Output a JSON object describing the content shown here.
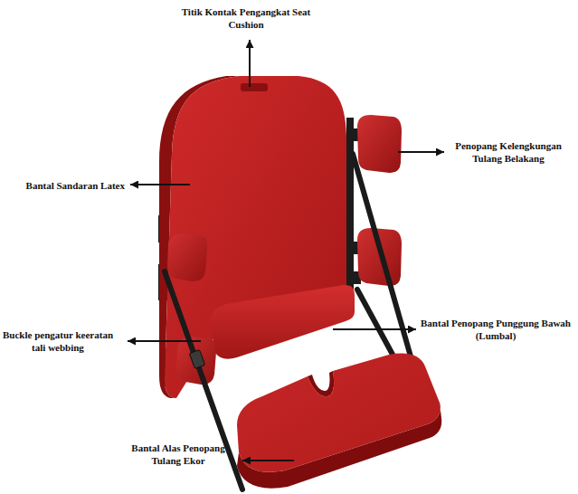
{
  "diagram": {
    "labels": [
      "Titik Kontak Pengangkat Seat Cushion",
      "Penopang Kelengkungan Tulang Belakang",
      "Bantal Sandaran Latex",
      "Buckle pengatur keeratan tali webbing",
      "Bantal Penopang Punggung Bawah (Lumbal)",
      "Bantal Alas Penopang Tulang Ekor"
    ]
  }
}
